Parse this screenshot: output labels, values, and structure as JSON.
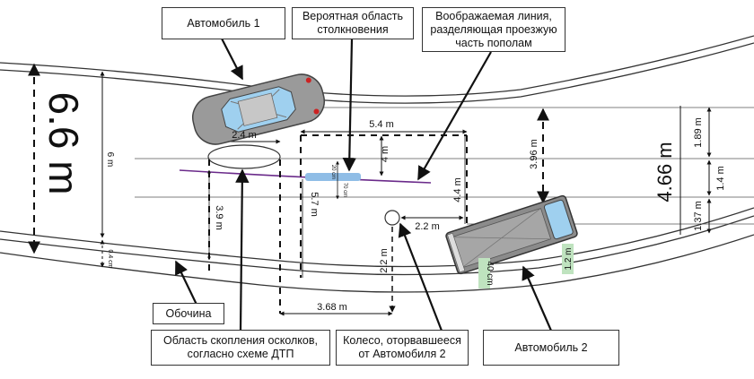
{
  "callouts": {
    "car1": "Автомобиль 1",
    "collision_area": "Вероятная область\nстолкновения",
    "center_line": "Воображаемая линия,\nразделяющая проезжую\nчасть пополам",
    "shoulder": "Обочина",
    "debris_area": "Область скопления осколков,\nсогласно схеме ДТП",
    "wheel": "Колесо, оторвавшееся\nот Автомобиля 2",
    "car2": "Автомобиль 2"
  },
  "dimensions": {
    "road_width_left": "6.6 m",
    "road_width_left_small": "6 m",
    "shoulder_left": "0.4 cm",
    "car1_width": "2.4 m",
    "debris_to_lane": "3.9 m",
    "zone_width": "5.4 m",
    "zone_height_right": "4.4 m",
    "zone_height_mid": "4 m",
    "zone_height_left": "5.7 m",
    "collision_band_a": "20 cm",
    "collision_band_b": "70 cm",
    "wheel_to_zone": "2.2 m",
    "wheel_to_edge": "2.2 m",
    "bottom_offset": "3.68 m",
    "right_gap": "3.96 m",
    "road_width_right": "4.66 m",
    "right_seg_top": "1.89 m",
    "right_seg_mid": "1.4 m",
    "right_seg_bottom": "1.37 m",
    "car2_offset_40": "40 cm",
    "car2_offset_12": "1.2 m"
  },
  "colors": {
    "collision_marker": "#8fbde6",
    "center_line": "#6a2a8a",
    "tag_green": "#bfe3bf",
    "car_body": "#9a9a9a",
    "glass": "#9fd0ef"
  }
}
